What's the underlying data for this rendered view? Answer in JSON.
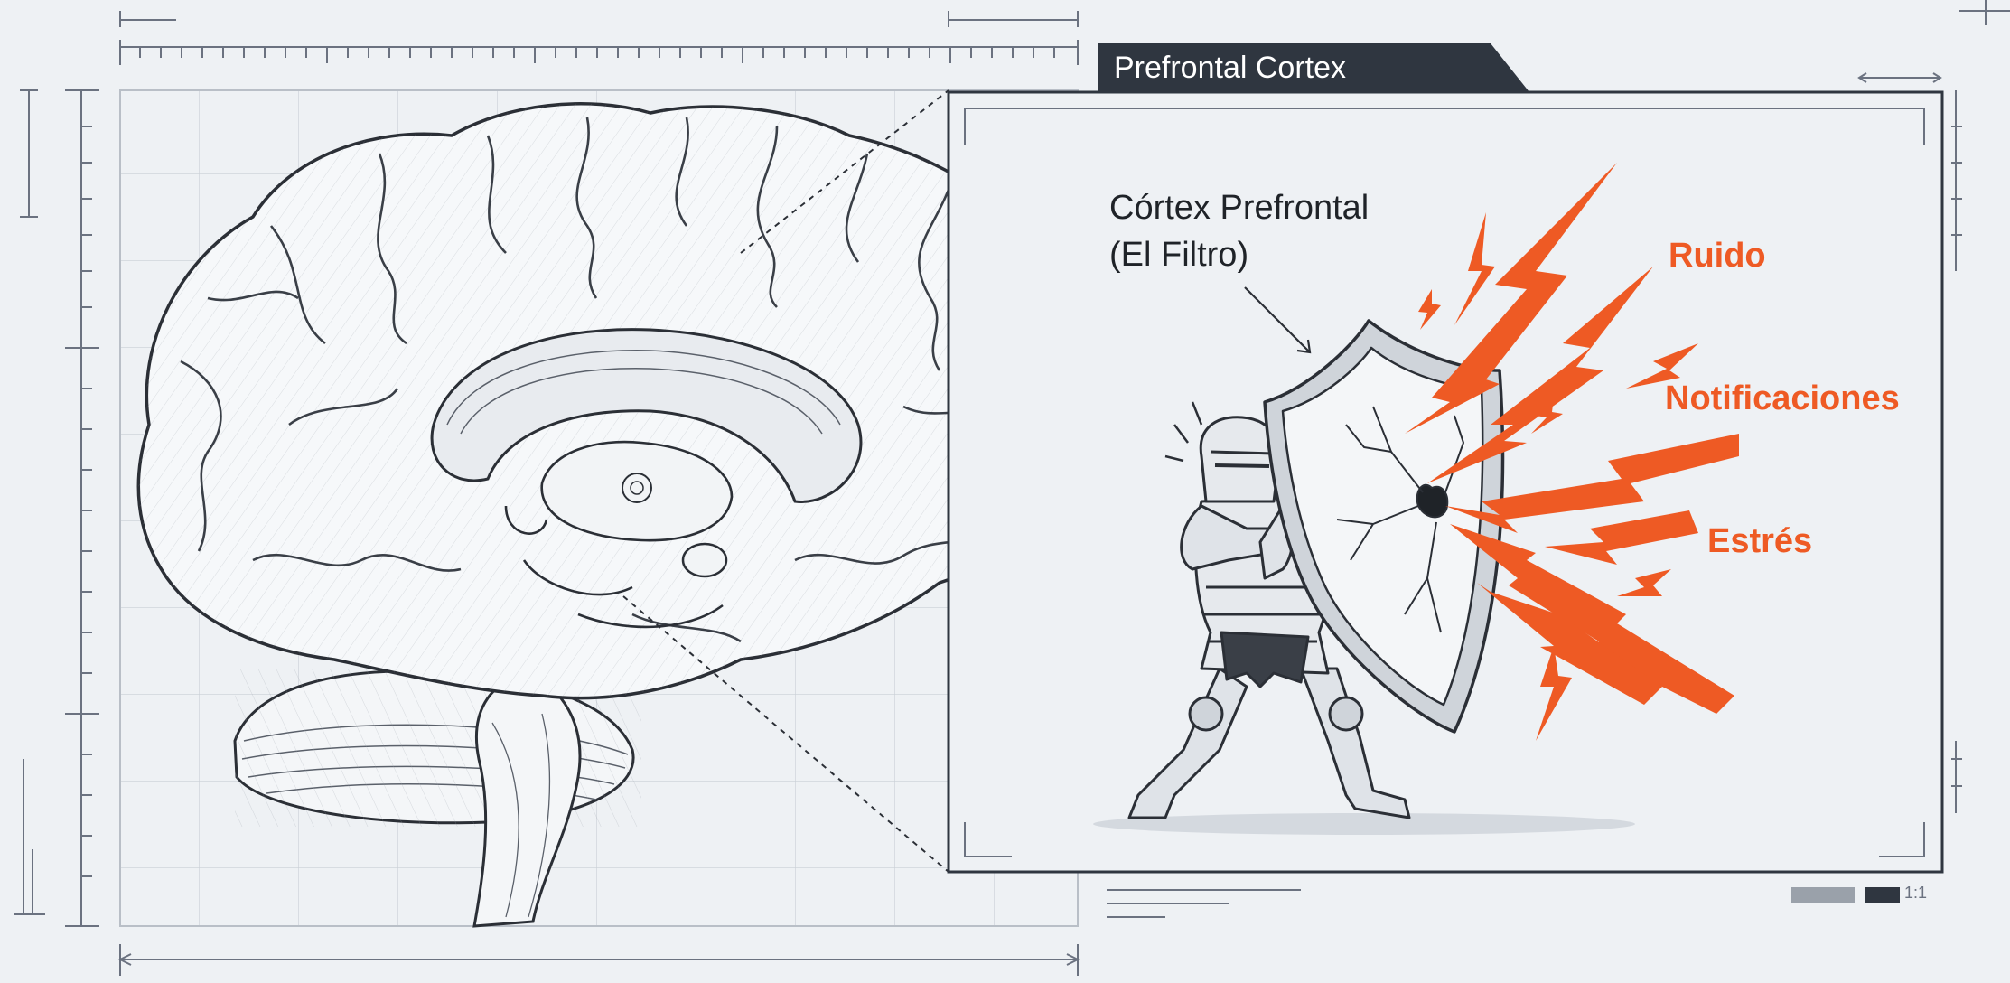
{
  "panel": {
    "title": "Prefrontal Cortex"
  },
  "callout": {
    "line1": "Córtex Prefrontal",
    "line2": "(El Filtro)"
  },
  "threats": {
    "noise": "Ruido",
    "notifications": "Notificaciones",
    "stress": "Estrés"
  },
  "legend": {
    "scale_text": "1:1"
  },
  "colors": {
    "accent": "#ee5a24",
    "dark": "#2f3640",
    "line": "#3a3f47",
    "grid": "#c9ced5",
    "background": "#eef1f4"
  },
  "icons": [
    "brain-illustration",
    "knight-figure",
    "shield-icon",
    "lightning-bolt-icon"
  ]
}
